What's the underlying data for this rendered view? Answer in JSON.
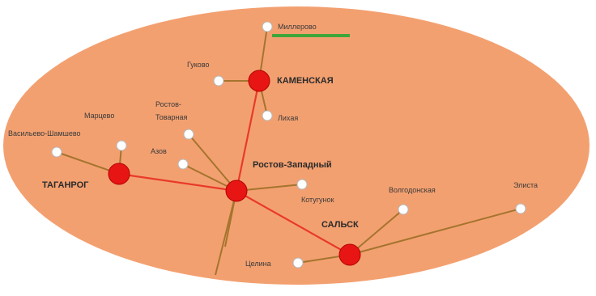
{
  "colors": {
    "background_ellipse": "#F3A070",
    "main_line": "#E83A2A",
    "branch_line": "#A5742E",
    "main_node": "#E81515",
    "small_node": "#FFFFFF",
    "underline": "#3FA63A"
  },
  "nodes": {
    "millerovo": "Миллерово",
    "gukovo": "Гуково",
    "kamenskaya": "КАМЕНСКАЯ",
    "likhaya": "Лихая",
    "martsevo": "Марцево",
    "rostov_tovarnaya_line1": "Ростов-",
    "rostov_tovarnaya_line2": "Товарная",
    "azov": "Азов",
    "vasilyevka": "Васильево-Шамшево",
    "taganrog": "ТАГАНРОГ",
    "rostov_zapadny": "Ростов-Западный",
    "kotugun": "Котугунок",
    "volgodonskaya": "Волгодонская",
    "elista": "Элиста",
    "salsk": "САЛЬСК",
    "tselina": "Целина"
  }
}
